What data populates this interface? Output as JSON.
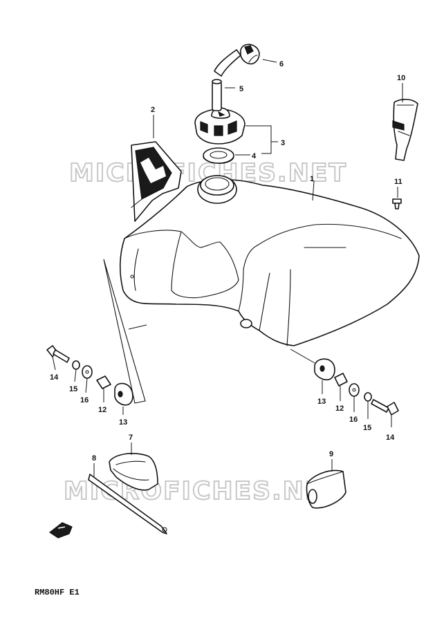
{
  "diagram": {
    "code_label": "RM80HF E1",
    "watermark_text": "MICROFICHES.NET",
    "callouts": {
      "c1": "1",
      "c2": "2",
      "c3": "3",
      "c4": "4",
      "c5": "5",
      "c6": "6",
      "c7": "7",
      "c8": "8",
      "c9": "9",
      "c10": "10",
      "c11": "11",
      "c12_left": "12",
      "c13_left": "13",
      "c14_left": "14",
      "c15_left": "15",
      "c16_left": "16",
      "c12_right": "12",
      "c13_right": "13",
      "c14_right": "14",
      "c15_right": "15",
      "c16_right": "16"
    },
    "colors": {
      "ink": "#111111",
      "watermark": "#c8c8c8",
      "background": "#ffffff"
    }
  }
}
